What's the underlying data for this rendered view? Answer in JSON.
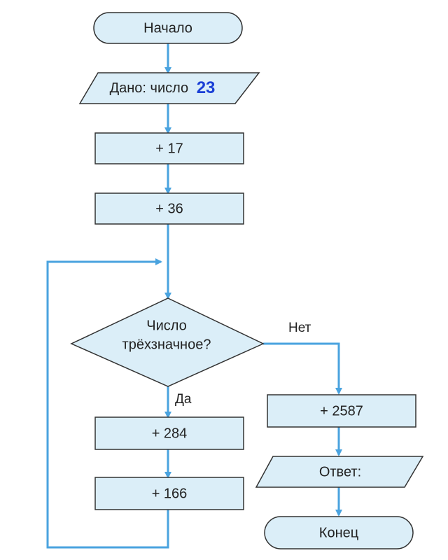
{
  "colors": {
    "box_fill": "#dbeef8",
    "box_stroke": "#333333",
    "line": "#4aa3df",
    "accent_text": "#1a3fd6",
    "text": "#222222"
  },
  "nodes": {
    "start": "Начало",
    "given_prefix": "Дано: число",
    "given_number": "23",
    "add_17": "+ 17",
    "add_36": "+ 36",
    "condition_line1": "Число",
    "condition_line2": "трёхзначное?",
    "add_284": "+ 284",
    "add_166": "+ 166",
    "add_2587": "+ 2587",
    "answer": "Ответ:",
    "end": "Конец"
  },
  "edges": {
    "yes_label": "Да",
    "no_label": "Нет"
  }
}
